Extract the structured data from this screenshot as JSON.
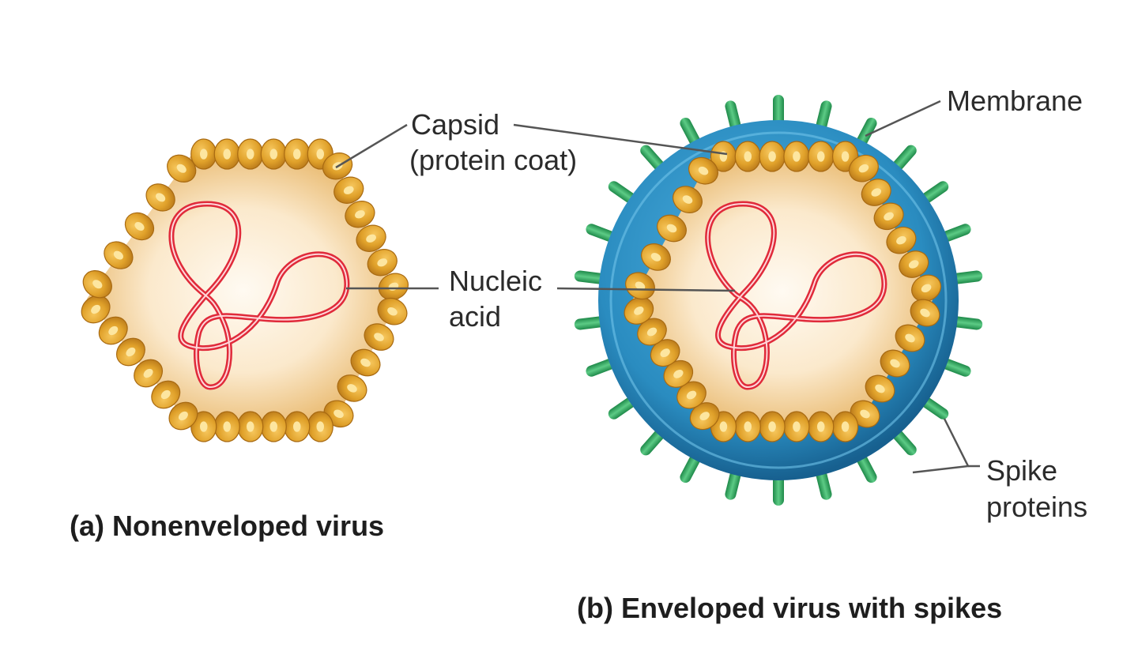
{
  "labels": {
    "capsid": "Capsid",
    "protein_coat": "(protein coat)",
    "membrane": "Membrane",
    "nucleic": "Nucleic",
    "acid": "acid",
    "spike": "Spike",
    "proteins": "proteins"
  },
  "captions": {
    "a": "(a) Nonenveloped virus",
    "b": "(b) Enveloped virus with spikes"
  },
  "colors": {
    "capsomere": "#e0a12a",
    "capsomere_dark": "#b8781a",
    "capsid_core": "#fdf3e2",
    "capsid_rim": "#eabf7a",
    "nucleic_acid": "#e02a3a",
    "membrane": "#2a8cc0",
    "membrane_dark": "#17608f",
    "spike": "#3cb36a",
    "spike_dark": "#1f8a4a"
  }
}
